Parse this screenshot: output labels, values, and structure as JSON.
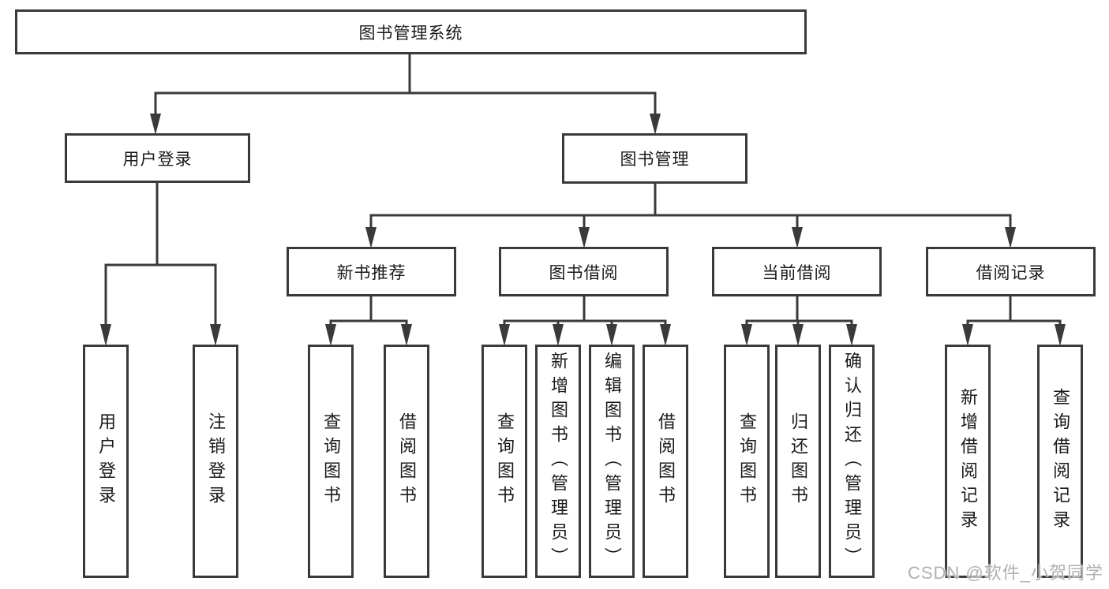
{
  "watermark": {
    "text": "CSDN @软件_小贺同学"
  },
  "diagram": {
    "type": "tree",
    "root": {
      "label": "图书管理系统"
    },
    "branches": [
      {
        "label": "用户登录",
        "children": [
          {
            "label": "用户登录"
          },
          {
            "label": "注销登录"
          }
        ]
      },
      {
        "label": "图书管理",
        "children": [
          {
            "label": "新书推荐",
            "children": [
              {
                "label": "查询图书"
              },
              {
                "label": "借阅图书"
              }
            ]
          },
          {
            "label": "图书借阅",
            "children": [
              {
                "label": "查询图书"
              },
              {
                "label": "新增图书（管理员）"
              },
              {
                "label": "编辑图书（管理员）"
              },
              {
                "label": "借阅图书"
              }
            ]
          },
          {
            "label": "当前借阅",
            "children": [
              {
                "label": "查询图书"
              },
              {
                "label": "归还图书"
              },
              {
                "label": "确认归还（管理员）"
              }
            ]
          },
          {
            "label": "借阅记录",
            "children": [
              {
                "label": "新增借阅记录"
              },
              {
                "label": "查询借阅记录"
              }
            ]
          }
        ]
      }
    ]
  }
}
